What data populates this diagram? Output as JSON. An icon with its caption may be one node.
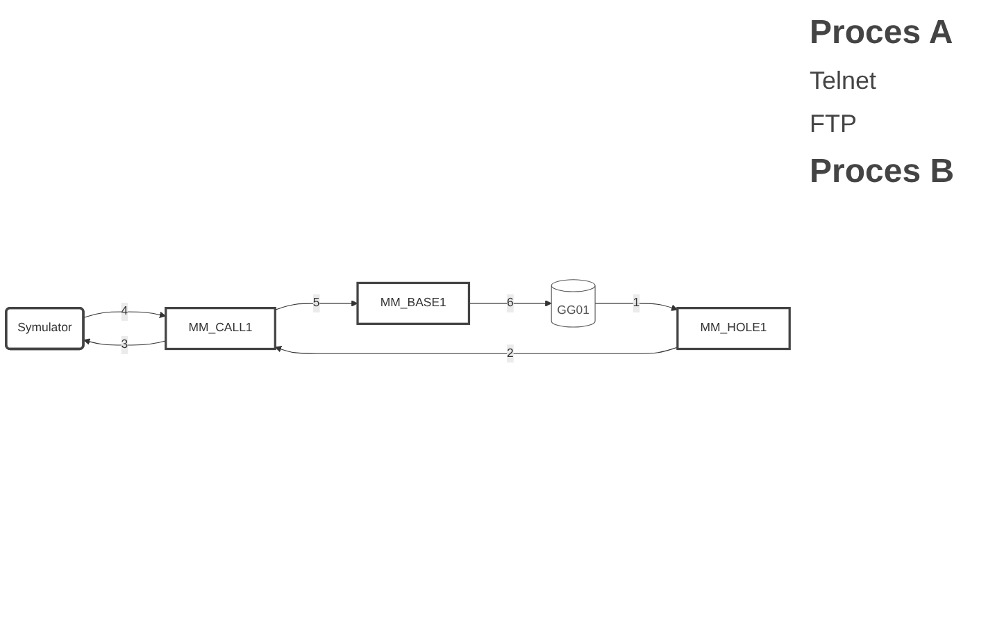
{
  "diagram": {
    "nodes": [
      {
        "text": [
          "Symulator"
        ]
      },
      {
        "text": [
          "MM_HOLE1"
        ]
      },
      {
        "text": [
          "MM_CALL1"
        ]
      },
      {
        "text": [
          "MM_BASE1"
        ]
      },
      {
        "text": [
          "GG01"
        ]
      }
    ],
    "edges": [
      {
        "from": 4,
        "to": 1,
        "arrow": "to",
        "label": "1"
      },
      {
        "from": 1,
        "to": 2,
        "arrow": "to",
        "label": "2"
      },
      {
        "from": 2,
        "to": 0,
        "arrow": "to",
        "label": "3"
      },
      {
        "from": 0,
        "to": 2,
        "arrow": "to",
        "label": "4"
      },
      {
        "from": 2,
        "to": 3,
        "arrow": "to",
        "label": "5"
      },
      {
        "from": 3,
        "to": 4,
        "arrow": "to",
        "label": "6"
      }
    ],
    "labels": [
      "Proces A",
      "Telnet",
      "FTP",
      "Proces B"
    ]
  }
}
